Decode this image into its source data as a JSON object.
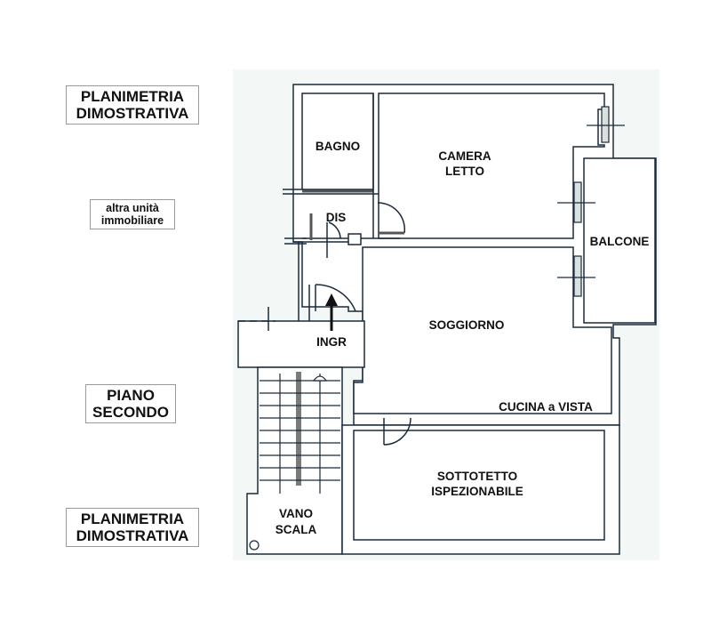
{
  "side_labels": {
    "top_title": [
      "PLANIMETRIA",
      "DIMOSTRATIVA"
    ],
    "other_unit": [
      "altra unità",
      "immobiliare"
    ],
    "floor": [
      "PIANO",
      "SECONDO"
    ],
    "bottom_title": [
      "PLANIMETRIA",
      "DIMOSTRATIVA"
    ]
  },
  "rooms": {
    "bathroom": "BAGNO",
    "bedroom": [
      "CAMERA",
      "LETTO"
    ],
    "hallway": "DIS",
    "balcony": "BALCONE",
    "entrance": "INGR",
    "living": "SOGGIORNO",
    "kitchen": "CUCINA a VISTA",
    "attic": [
      "SOTTOTETTO",
      "ISPEZIONABILE"
    ],
    "stairwell": [
      "VANO",
      "SCALA"
    ]
  },
  "colors": {
    "wall": "#1a2a3a",
    "paper_tint": "#f3f8f6",
    "stair_rail": "#7a7a7a"
  }
}
